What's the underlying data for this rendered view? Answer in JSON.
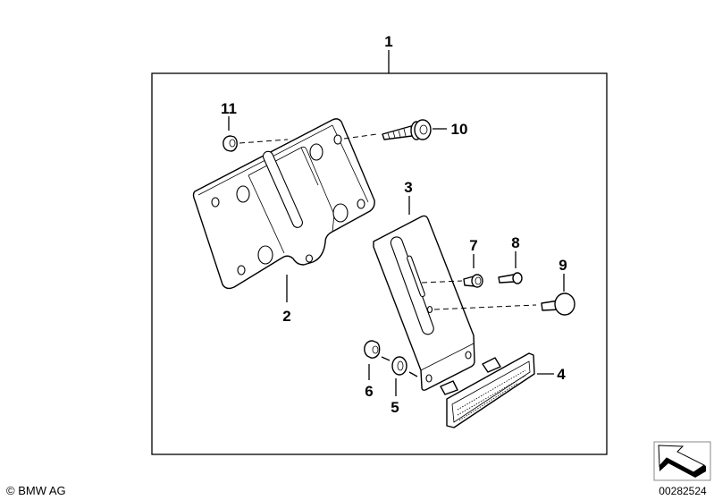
{
  "diagram": {
    "labels": {
      "p1": "1",
      "p2": "2",
      "p3": "3",
      "p4": "4",
      "p5": "5",
      "p6": "6",
      "p7": "7",
      "p8": "8",
      "p9": "9",
      "p10": "10",
      "p11": "11"
    },
    "copyright": "© BMW AG",
    "diagram_code": "00282524",
    "icon": "view-direction-arrow-icon"
  }
}
